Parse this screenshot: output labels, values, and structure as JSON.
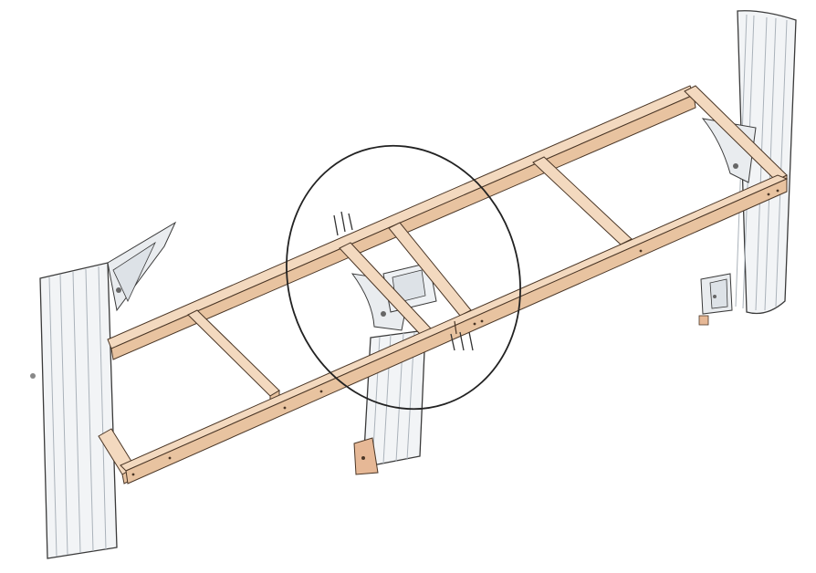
{
  "colors": {
    "background": "#ffffff",
    "post_fill": "#f2f4f6",
    "post_groove": "#aab2ba",
    "post_edge": "#3a3a3a",
    "wood_top": "#f3d9bf",
    "wood_side": "#e8c3a0",
    "wood_edge": "#4a3626",
    "bracket_fill": "#e9ecef",
    "foot_fill": "#e6b896",
    "callout_ring": "#222222",
    "bolt": "#333333"
  },
  "parts": {
    "posts": [
      "left-post",
      "center-post",
      "right-post"
    ],
    "beams": [
      "front-beam",
      "back-beam"
    ],
    "crossbars": [
      "left-end-crossbar",
      "crossbar-1",
      "crossbar-2",
      "crossbar-3",
      "crossbar-4",
      "right-end-crossbar"
    ],
    "icons": [
      "detail-callout-icon",
      "bolt-icon"
    ]
  }
}
